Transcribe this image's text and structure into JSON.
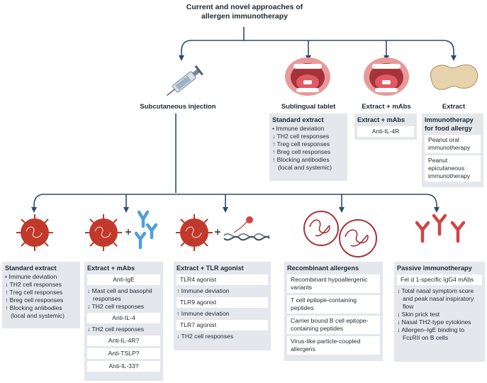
{
  "title": "Current and novel approaches of allergen immunotherapy",
  "top_row": {
    "subcutaneous_label": "Subcutaneous injection",
    "sublingual_label": "Sublingual tablet",
    "extract_mabs_label": "Extract + mAbs",
    "extract_label": "Extract"
  },
  "sublingual_panel": {
    "heading": "Standard extract",
    "items": [
      "• Immune deviation",
      "↓ TH2 cell responses",
      "↑ Treg cell responses",
      "↑ Breg cell responses",
      "↑ Blocking antibodies (local and systemic)"
    ]
  },
  "extract_mabs_top_panel": {
    "heading": "Extract + mAbs",
    "items": [
      "Anti-IL-4R"
    ]
  },
  "food_panel": {
    "heading": "Immunotherapy for food allergy",
    "items": [
      "Peanut oral immunotherapy",
      "Peanut epicutaneous immunotherapy"
    ]
  },
  "bottom_standard": {
    "heading": "Standard extract",
    "items": [
      "• Immune deviation",
      "↓ TH2 cell responses",
      "↑ Treg cell responses",
      "↑ Breg cell responses",
      "↑ Blocking antibodies (local and systemic)"
    ]
  },
  "bottom_mabs": {
    "heading": "Extract + mAbs",
    "items": [
      "Anti-IgE",
      "↓ Mast cell and basophil responses",
      "↓ TH2 cell responses",
      "Anti-IL-4",
      "↓ TH2 cell responses",
      "Anti-IL-4R?",
      "Anti-TSLP?",
      "Anti-IL-33?"
    ]
  },
  "bottom_tlr": {
    "heading": "Extract + TLR agonist",
    "items": [
      "TLR4 agonist",
      "↑ Immune deviation",
      "TLR9 agonist",
      "↑ Immune deviation",
      "TLR7 agonist",
      "↓ TH2 cell responses"
    ]
  },
  "bottom_recombinant": {
    "heading": "Recombinant allergens",
    "items": [
      "Recombinant hypoallergenic variants",
      "T cell epitope-containing peptides",
      "Carrier bound B cell epitope-containing peptides",
      "Virus-like particle-coupled allergens"
    ]
  },
  "bottom_passive": {
    "heading": "Passive immunotherapy",
    "items": [
      "Fel d 1-specific IgG4 mAbs",
      "↓ Total nasal symptom score and peak nasal inspiratory flow",
      "↓ Skin prick test",
      "↓ Nasal TH2-type cytokines",
      "↓ Allergen–IgE binding to FcεRII on B cells"
    ]
  },
  "colors": {
    "wire": "#2b4a6f",
    "panel": "#e4e7ec",
    "virus": "#c0392b",
    "antibody_blue": "#4f9fd6",
    "antibody_red": "#d04545"
  }
}
